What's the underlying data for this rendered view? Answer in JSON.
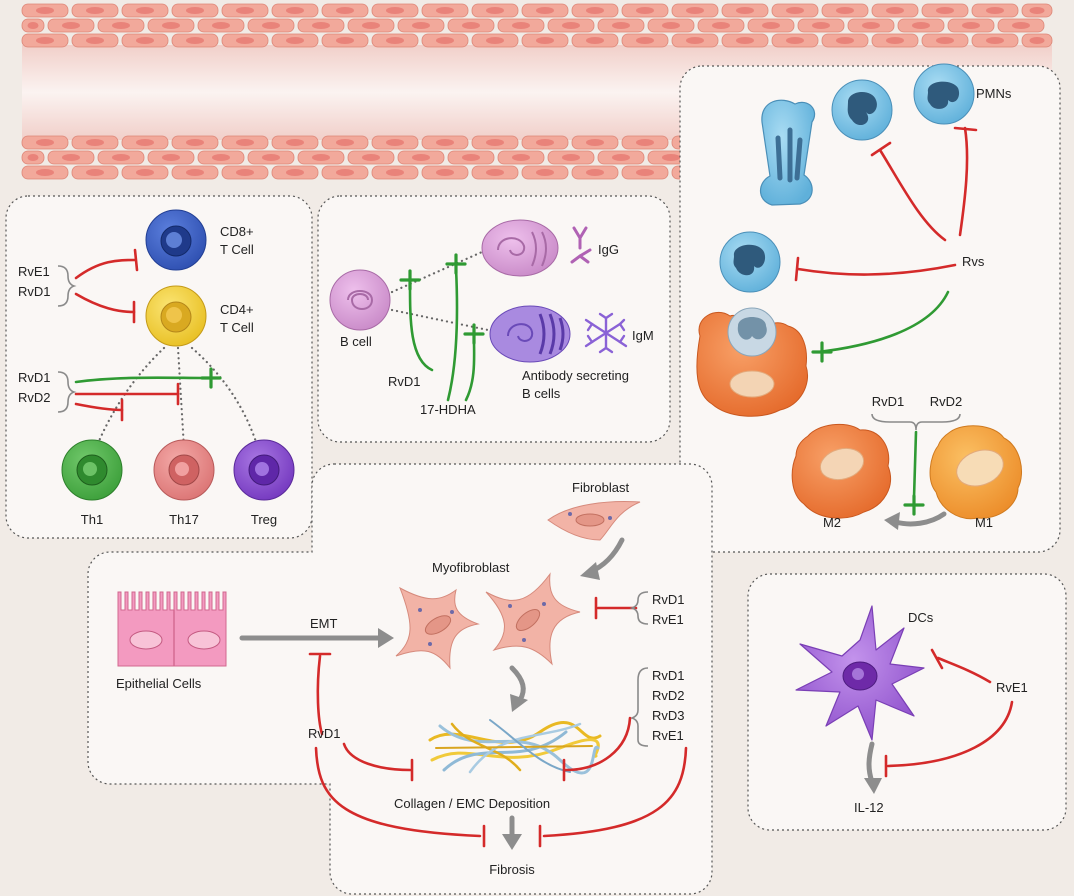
{
  "vessel": {
    "pmns_label": "PMNs",
    "rvs_label": "Rvs"
  },
  "rvs_panel": {
    "rvd1_label": "RvD1",
    "rvd2_label": "RvD2",
    "m2_label": "M2",
    "m1_label": "M1"
  },
  "t_cell_panel": {
    "rve1_label": "RvE1",
    "rvd1_label": "RvD1",
    "rvd1_lower_label": "RvD1",
    "rvd2_label": "RvD2",
    "cd8_line1": "CD8+",
    "cd4_line1": "CD4+",
    "tcell_label": "T Cell",
    "th1_label": "Th1",
    "th17_label": "Th17",
    "treg_label": "Treg"
  },
  "b_cell_panel": {
    "b_cell_label": "B cell",
    "igg_label": "IgG",
    "igm_label": "IgM",
    "rvd1_label": "RvD1",
    "hdha_label": "17-HDHA",
    "asc_line1": "Antibody secreting",
    "asc_line2": "B cells"
  },
  "fibrosis_panel": {
    "fibroblast_label": "Fibroblast",
    "myofibroblast_label": "Myofibroblast",
    "epithelial_label": "Epithelial Cells",
    "emt_label": "EMT",
    "rvd1_label": "RvD1",
    "myo_resolvins": [
      "RvD1",
      "RvE1"
    ],
    "collagen_resolvins": [
      "RvD1",
      "RvD2",
      "RvD3",
      "RvE1"
    ],
    "collagen_label": "Collagen / EMC Deposition",
    "fibrosis_label": "Fibrosis"
  },
  "dc_panel": {
    "dcs_label": "DCs",
    "rve1_label": "RvE1",
    "il12_label": "IL-12"
  },
  "colors": {
    "inhibition": "#d42a2a",
    "activation": "#2f9a33",
    "vessel_cell": "#f2a99b",
    "neutrophil": "#7cc3e6",
    "macrophage_m1": "#f5a040",
    "macrophage_m2": "#f0813f",
    "cd8": "#3a5fc8",
    "cd4": "#f2d13a",
    "th1": "#4cb24a",
    "th17": "#e98b8b",
    "treg": "#8b4fd0",
    "b_cell": "#d79ad6",
    "plasma_igg": "#cf8fd6",
    "plasma_igm": "#9b77d6",
    "dendritic": "#a86ad8",
    "epithelial": "#f39ac0",
    "fibroblast": "#f0a99a"
  }
}
